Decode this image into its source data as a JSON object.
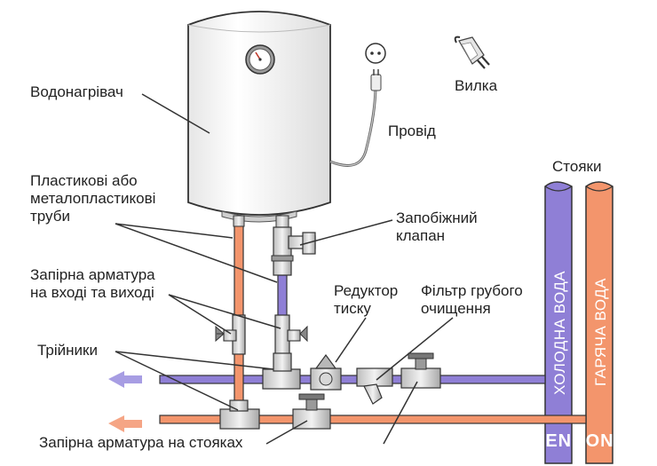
{
  "labels": {
    "heater": "Водонагрівач",
    "plug": "Вилка",
    "cord": "Провід",
    "risers": "Стояки",
    "pipes_line1": "Пластикові або",
    "pipes_line2": "металопластикові",
    "pipes_line3": "труби",
    "safety_valve_line1": "Запобіжний",
    "safety_valve_line2": "клапан",
    "shutoff_line1": "Запірна арматура",
    "shutoff_line2": "на вході та виході",
    "reducer_line1": "Редуктор",
    "reducer_line2": "тиску",
    "filter_line1": "Фільтр грубого",
    "filter_line2": "очищення",
    "tees": "Трійники",
    "riser_shutoff": "Запірна  арматура на стояках",
    "cold_water": "ХОЛОДНА ВОДА",
    "hot_water": "ГАРЯЧА ВОДА",
    "watermark": "VENCON"
  },
  "colors": {
    "cold_pipe": "#8f7fd6",
    "hot_pipe": "#f3956c",
    "outline": "#333333",
    "arrow_cold": "#a79de3",
    "arrow_hot": "#f5a585"
  }
}
